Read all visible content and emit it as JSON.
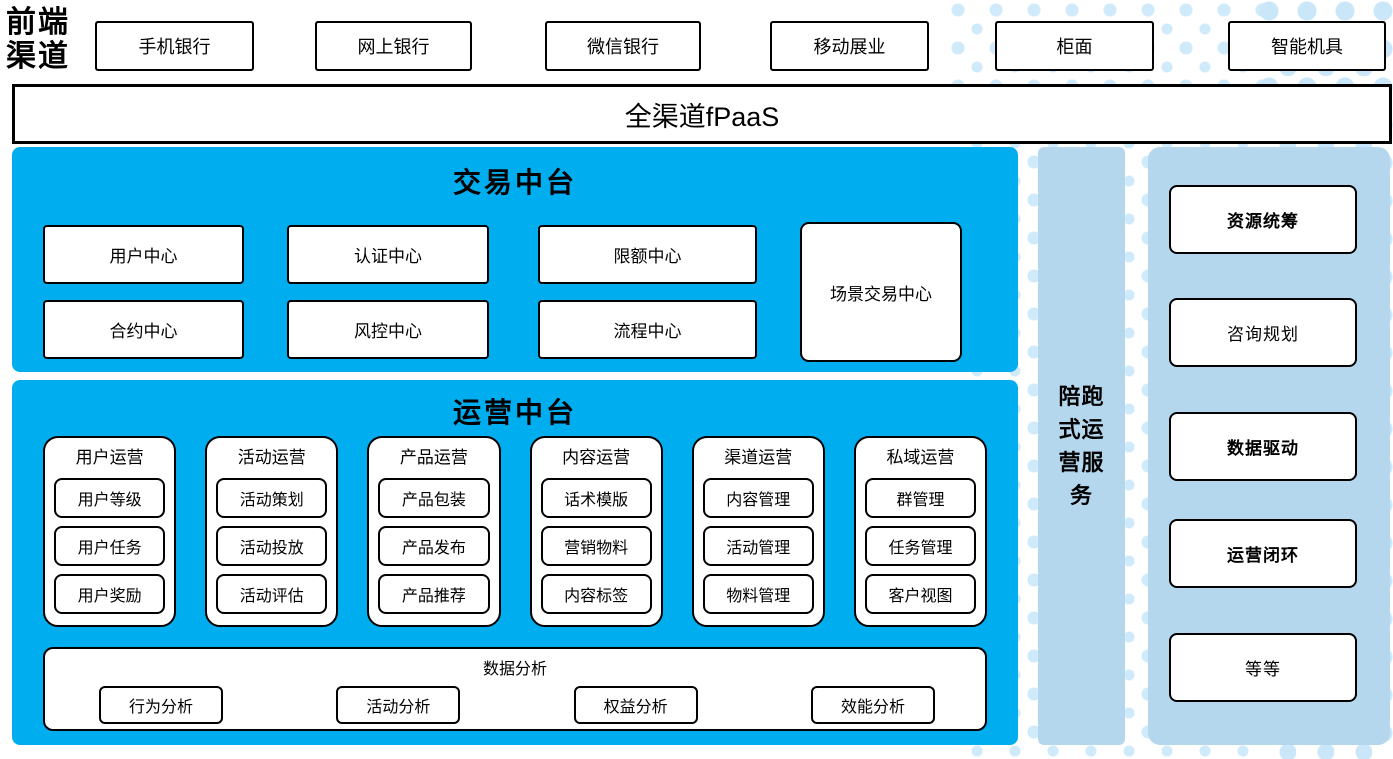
{
  "front_channels": {
    "label": "前端渠道",
    "items": [
      "手机银行",
      "网上银行",
      "微信银行",
      "移动展业",
      "柜面",
      "智能机具"
    ]
  },
  "fpaas": {
    "label": "全渠道fPaaS"
  },
  "transaction_platform": {
    "title": "交易中台",
    "centers_row1": [
      "用户中心",
      "认证中心",
      "限额中心"
    ],
    "centers_row2": [
      "合约中心",
      "风控中心",
      "流程中心"
    ],
    "scene_center": "场景交易中心"
  },
  "operation_platform": {
    "title": "运营中台",
    "columns": [
      {
        "title": "用户运营",
        "items": [
          "用户等级",
          "用户任务",
          "用户奖励"
        ]
      },
      {
        "title": "活动运营",
        "items": [
          "活动策划",
          "活动投放",
          "活动评估"
        ]
      },
      {
        "title": "产品运营",
        "items": [
          "产品包装",
          "产品发布",
          "产品推荐"
        ]
      },
      {
        "title": "内容运营",
        "items": [
          "话术模版",
          "营销物料",
          "内容标签"
        ]
      },
      {
        "title": "渠道运营",
        "items": [
          "内容管理",
          "活动管理",
          "物料管理"
        ]
      },
      {
        "title": "私域运营",
        "items": [
          "群管理",
          "任务管理",
          "客户视图"
        ]
      }
    ],
    "data_analysis": {
      "title": "数据分析",
      "items": [
        "行为分析",
        "活动分析",
        "权益分析",
        "效能分析"
      ]
    }
  },
  "companion_service": {
    "label": "陪跑式运营服务"
  },
  "right_panel": {
    "items": [
      {
        "label": "资源统筹",
        "bold": true
      },
      {
        "label": "咨询规划",
        "bold": false
      },
      {
        "label": "数据驱动",
        "bold": true
      },
      {
        "label": "运营闭环",
        "bold": true
      },
      {
        "label": "等等",
        "bold": false
      }
    ]
  },
  "colors": {
    "primary_blue": "#00AEEF",
    "light_blue": "#B4D7EE",
    "dot_blue": "#CFEAFA",
    "border": "#000000"
  }
}
